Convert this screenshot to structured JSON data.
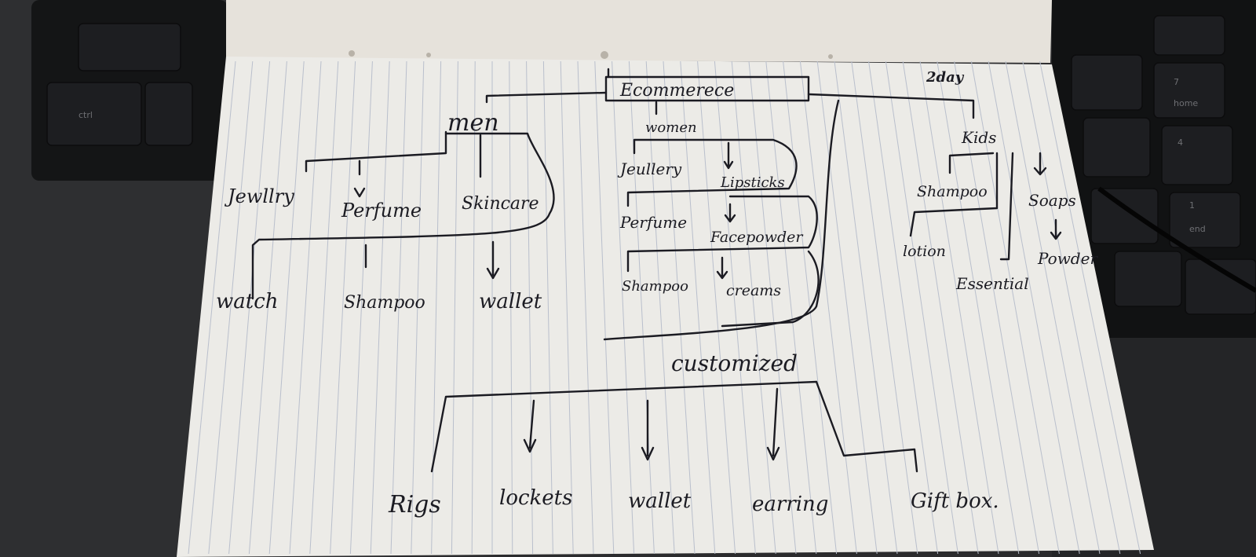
{
  "diagram": {
    "root": "Ecommerece",
    "note": "2day",
    "branches": {
      "men": {
        "label": "men",
        "row1": [
          "Jewllry",
          "Perfume",
          "Skincare"
        ],
        "row2": [
          "watch",
          "Shampoo",
          "wallet"
        ]
      },
      "women": {
        "label": "women",
        "items": [
          "Jeullery",
          "Lipsticks",
          "Perfume",
          "Facepowder",
          "Shampoo",
          "creams"
        ]
      },
      "kids": {
        "label": "Kids",
        "items": [
          "Shampoo",
          "Soaps",
          "lotion",
          "Powder",
          "Essential"
        ]
      },
      "customized": {
        "label": "customized",
        "items": [
          "Rigs",
          "lockets",
          "wallet",
          "earring",
          "Gift box."
        ]
      }
    }
  },
  "keyboard_keys": [
    "ctrl",
    "home",
    "end",
    "4",
    "1",
    "7"
  ]
}
